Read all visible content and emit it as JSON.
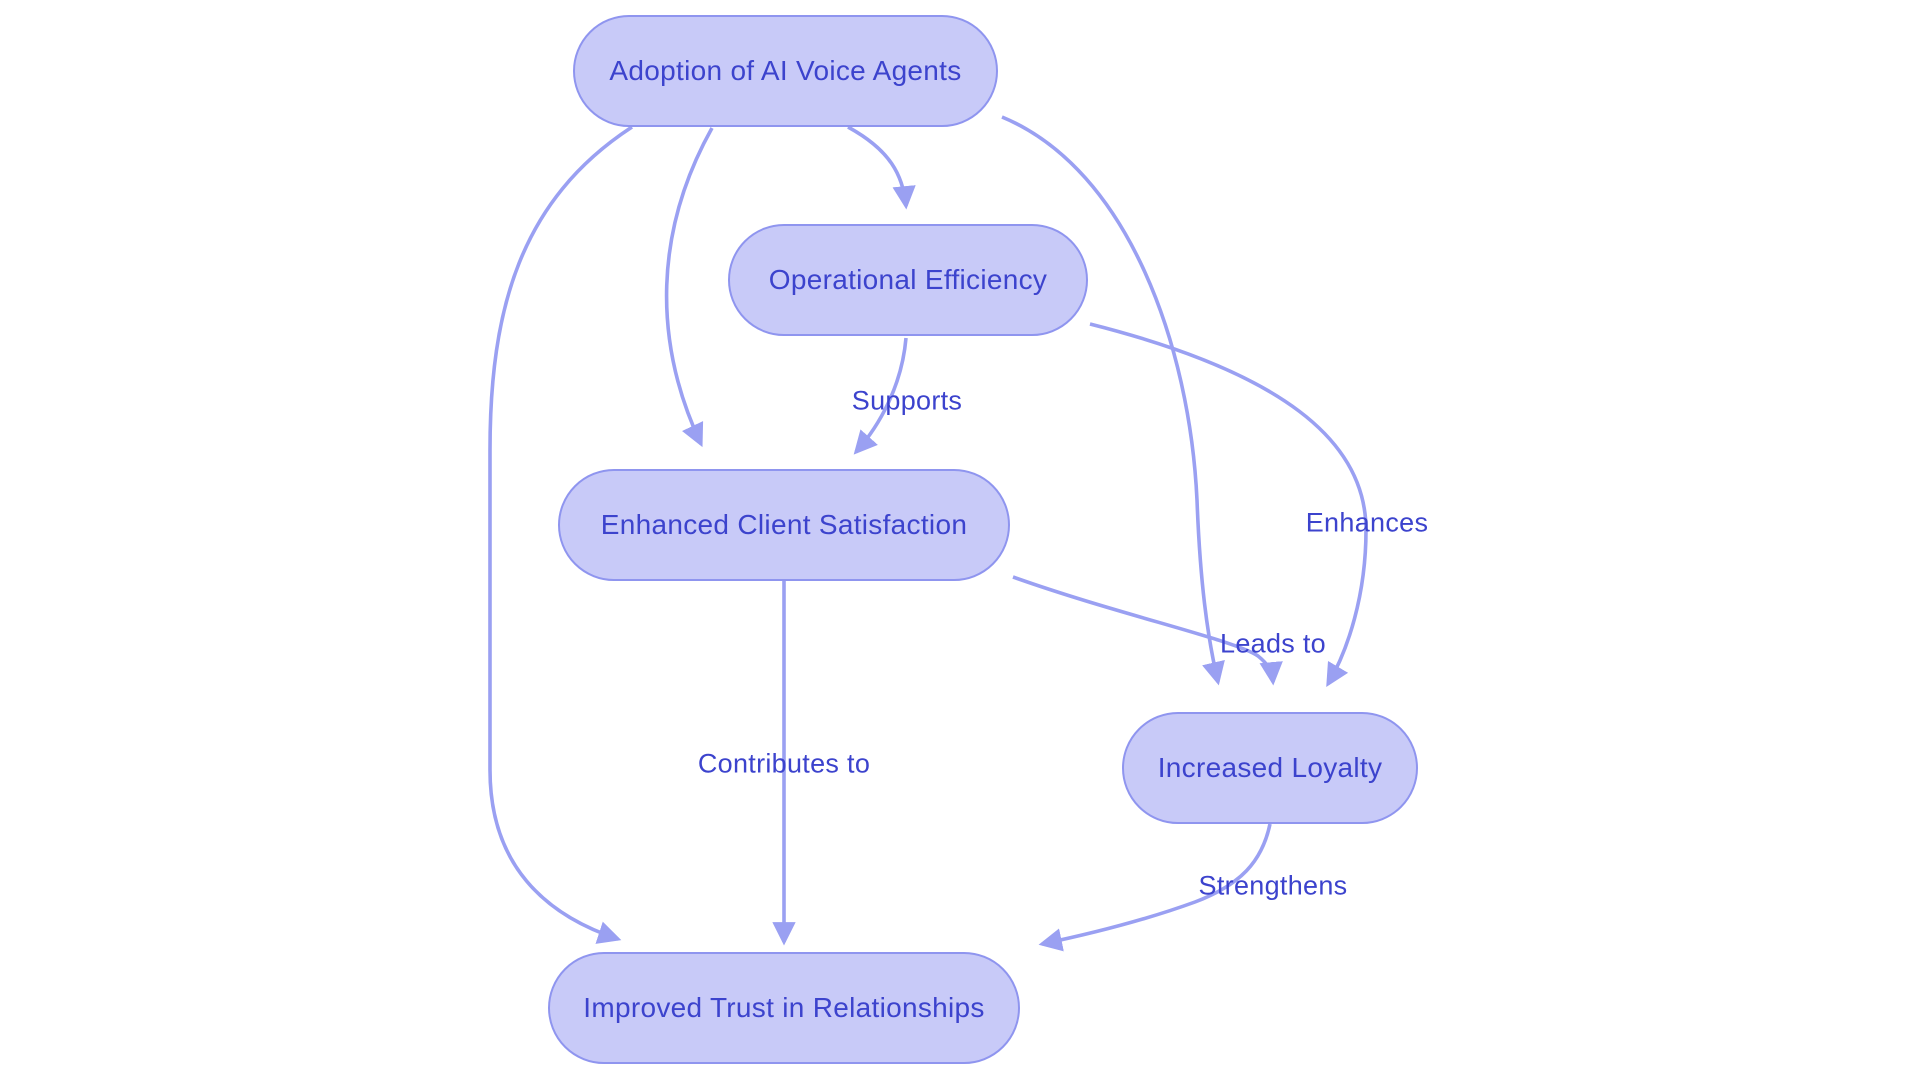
{
  "diagram": {
    "title": "AI Voice Agents benefits flowchart",
    "colors": {
      "node_fill": "#c8caf8",
      "node_border": "#8f95ef",
      "node_text": "#3c43cd",
      "edge": "#9aa0f2",
      "label_text": "#3c43cd",
      "bg": "#ffffff"
    },
    "nodes": [
      {
        "id": "adoption",
        "label": "Adoption of AI Voice Agents"
      },
      {
        "id": "operational-efficiency",
        "label": "Operational Efficiency"
      },
      {
        "id": "enhanced-client-satisfaction",
        "label": "Enhanced Client Satisfaction"
      },
      {
        "id": "increased-loyalty",
        "label": "Increased Loyalty"
      },
      {
        "id": "improved-trust",
        "label": "Improved Trust in Relationships"
      }
    ],
    "edges": [
      {
        "from": "Adoption of AI Voice Agents",
        "to": "Operational Efficiency",
        "label": ""
      },
      {
        "from": "Adoption of AI Voice Agents",
        "to": "Enhanced Client Satisfaction",
        "label": ""
      },
      {
        "from": "Adoption of AI Voice Agents",
        "to": "Increased Loyalty",
        "label": ""
      },
      {
        "from": "Adoption of AI Voice Agents",
        "to": "Improved Trust in Relationships",
        "label": ""
      },
      {
        "from": "Operational Efficiency",
        "to": "Enhanced Client Satisfaction",
        "label": "Supports"
      },
      {
        "from": "Operational Efficiency",
        "to": "Increased Loyalty",
        "label": "Enhances"
      },
      {
        "from": "Enhanced Client Satisfaction",
        "to": "Increased Loyalty",
        "label": "Leads to"
      },
      {
        "from": "Enhanced Client Satisfaction",
        "to": "Improved Trust in Relationships",
        "label": "Contributes to"
      },
      {
        "from": "Increased Loyalty",
        "to": "Improved Trust in Relationships",
        "label": "Strengthens"
      }
    ]
  }
}
